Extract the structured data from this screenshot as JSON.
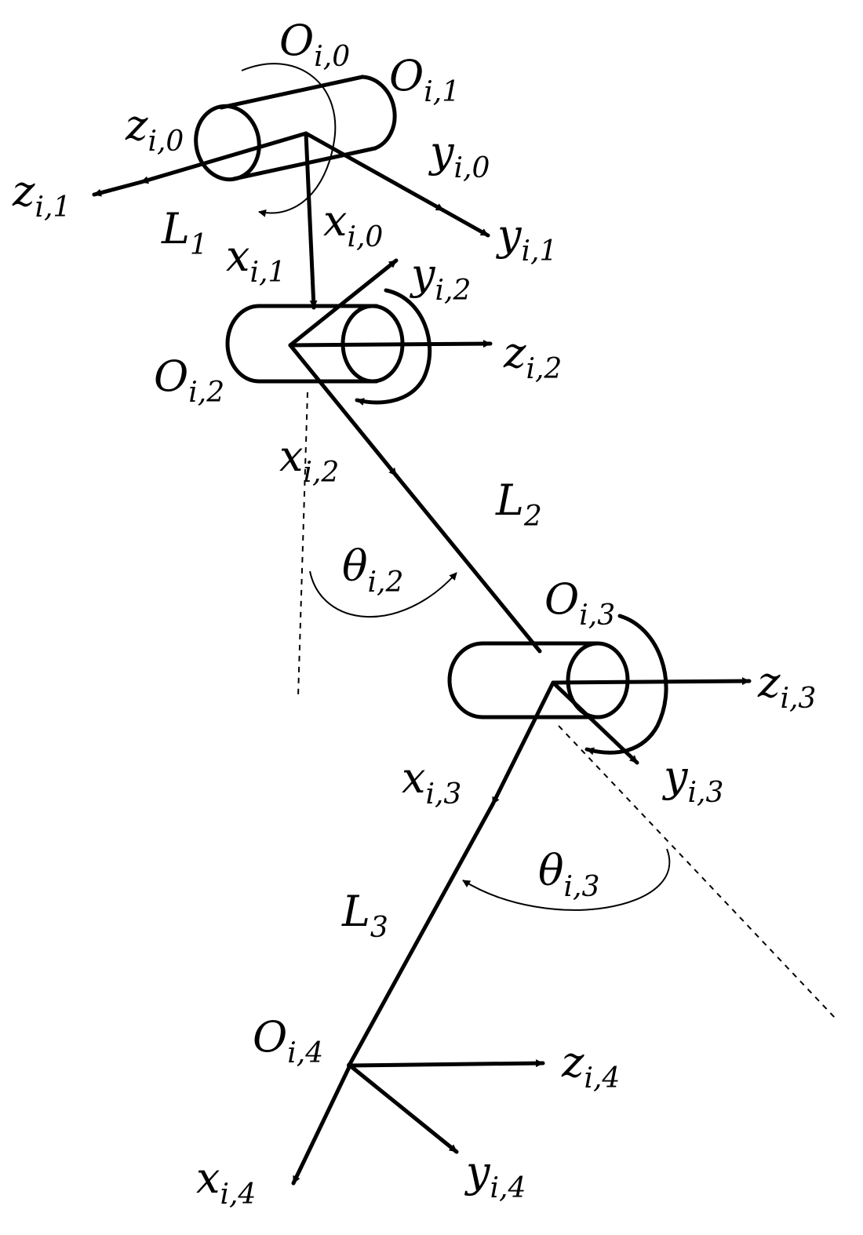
{
  "labels": {
    "O_i0": {
      "main": "O",
      "sub": "i,0"
    },
    "O_i1": {
      "main": "O",
      "sub": "i,1"
    },
    "z_i0": {
      "main": "z",
      "sub": "i,0"
    },
    "y_i0": {
      "main": "y",
      "sub": "i,0"
    },
    "z_i1": {
      "main": "z",
      "sub": "i,1"
    },
    "L1": {
      "main": "L",
      "sub": "1"
    },
    "x_i0": {
      "main": "x",
      "sub": "i,0"
    },
    "y_i1": {
      "main": "y",
      "sub": "i,1"
    },
    "x_i1": {
      "main": "x",
      "sub": "i,1"
    },
    "y_i2": {
      "main": "y",
      "sub": "i,2"
    },
    "z_i2": {
      "main": "z",
      "sub": "i,2"
    },
    "O_i2": {
      "main": "O",
      "sub": "i,2"
    },
    "x_i2": {
      "main": "x",
      "sub": "i,2"
    },
    "L2": {
      "main": "L",
      "sub": "2"
    },
    "theta_i2": {
      "main": "θ",
      "sub": "i,2"
    },
    "O_i3": {
      "main": "O",
      "sub": "i,3"
    },
    "z_i3": {
      "main": "z",
      "sub": "i,3"
    },
    "x_i3": {
      "main": "x",
      "sub": "i,3"
    },
    "y_i3": {
      "main": "y",
      "sub": "i,3"
    },
    "theta_i3": {
      "main": "θ",
      "sub": "i,3"
    },
    "L3": {
      "main": "L",
      "sub": "3"
    },
    "O_i4": {
      "main": "O",
      "sub": "i,4"
    },
    "z_i4": {
      "main": "z",
      "sub": "i,4"
    },
    "x_i4": {
      "main": "x",
      "sub": "i,4"
    },
    "y_i4": {
      "main": "y",
      "sub": "i,4"
    }
  }
}
